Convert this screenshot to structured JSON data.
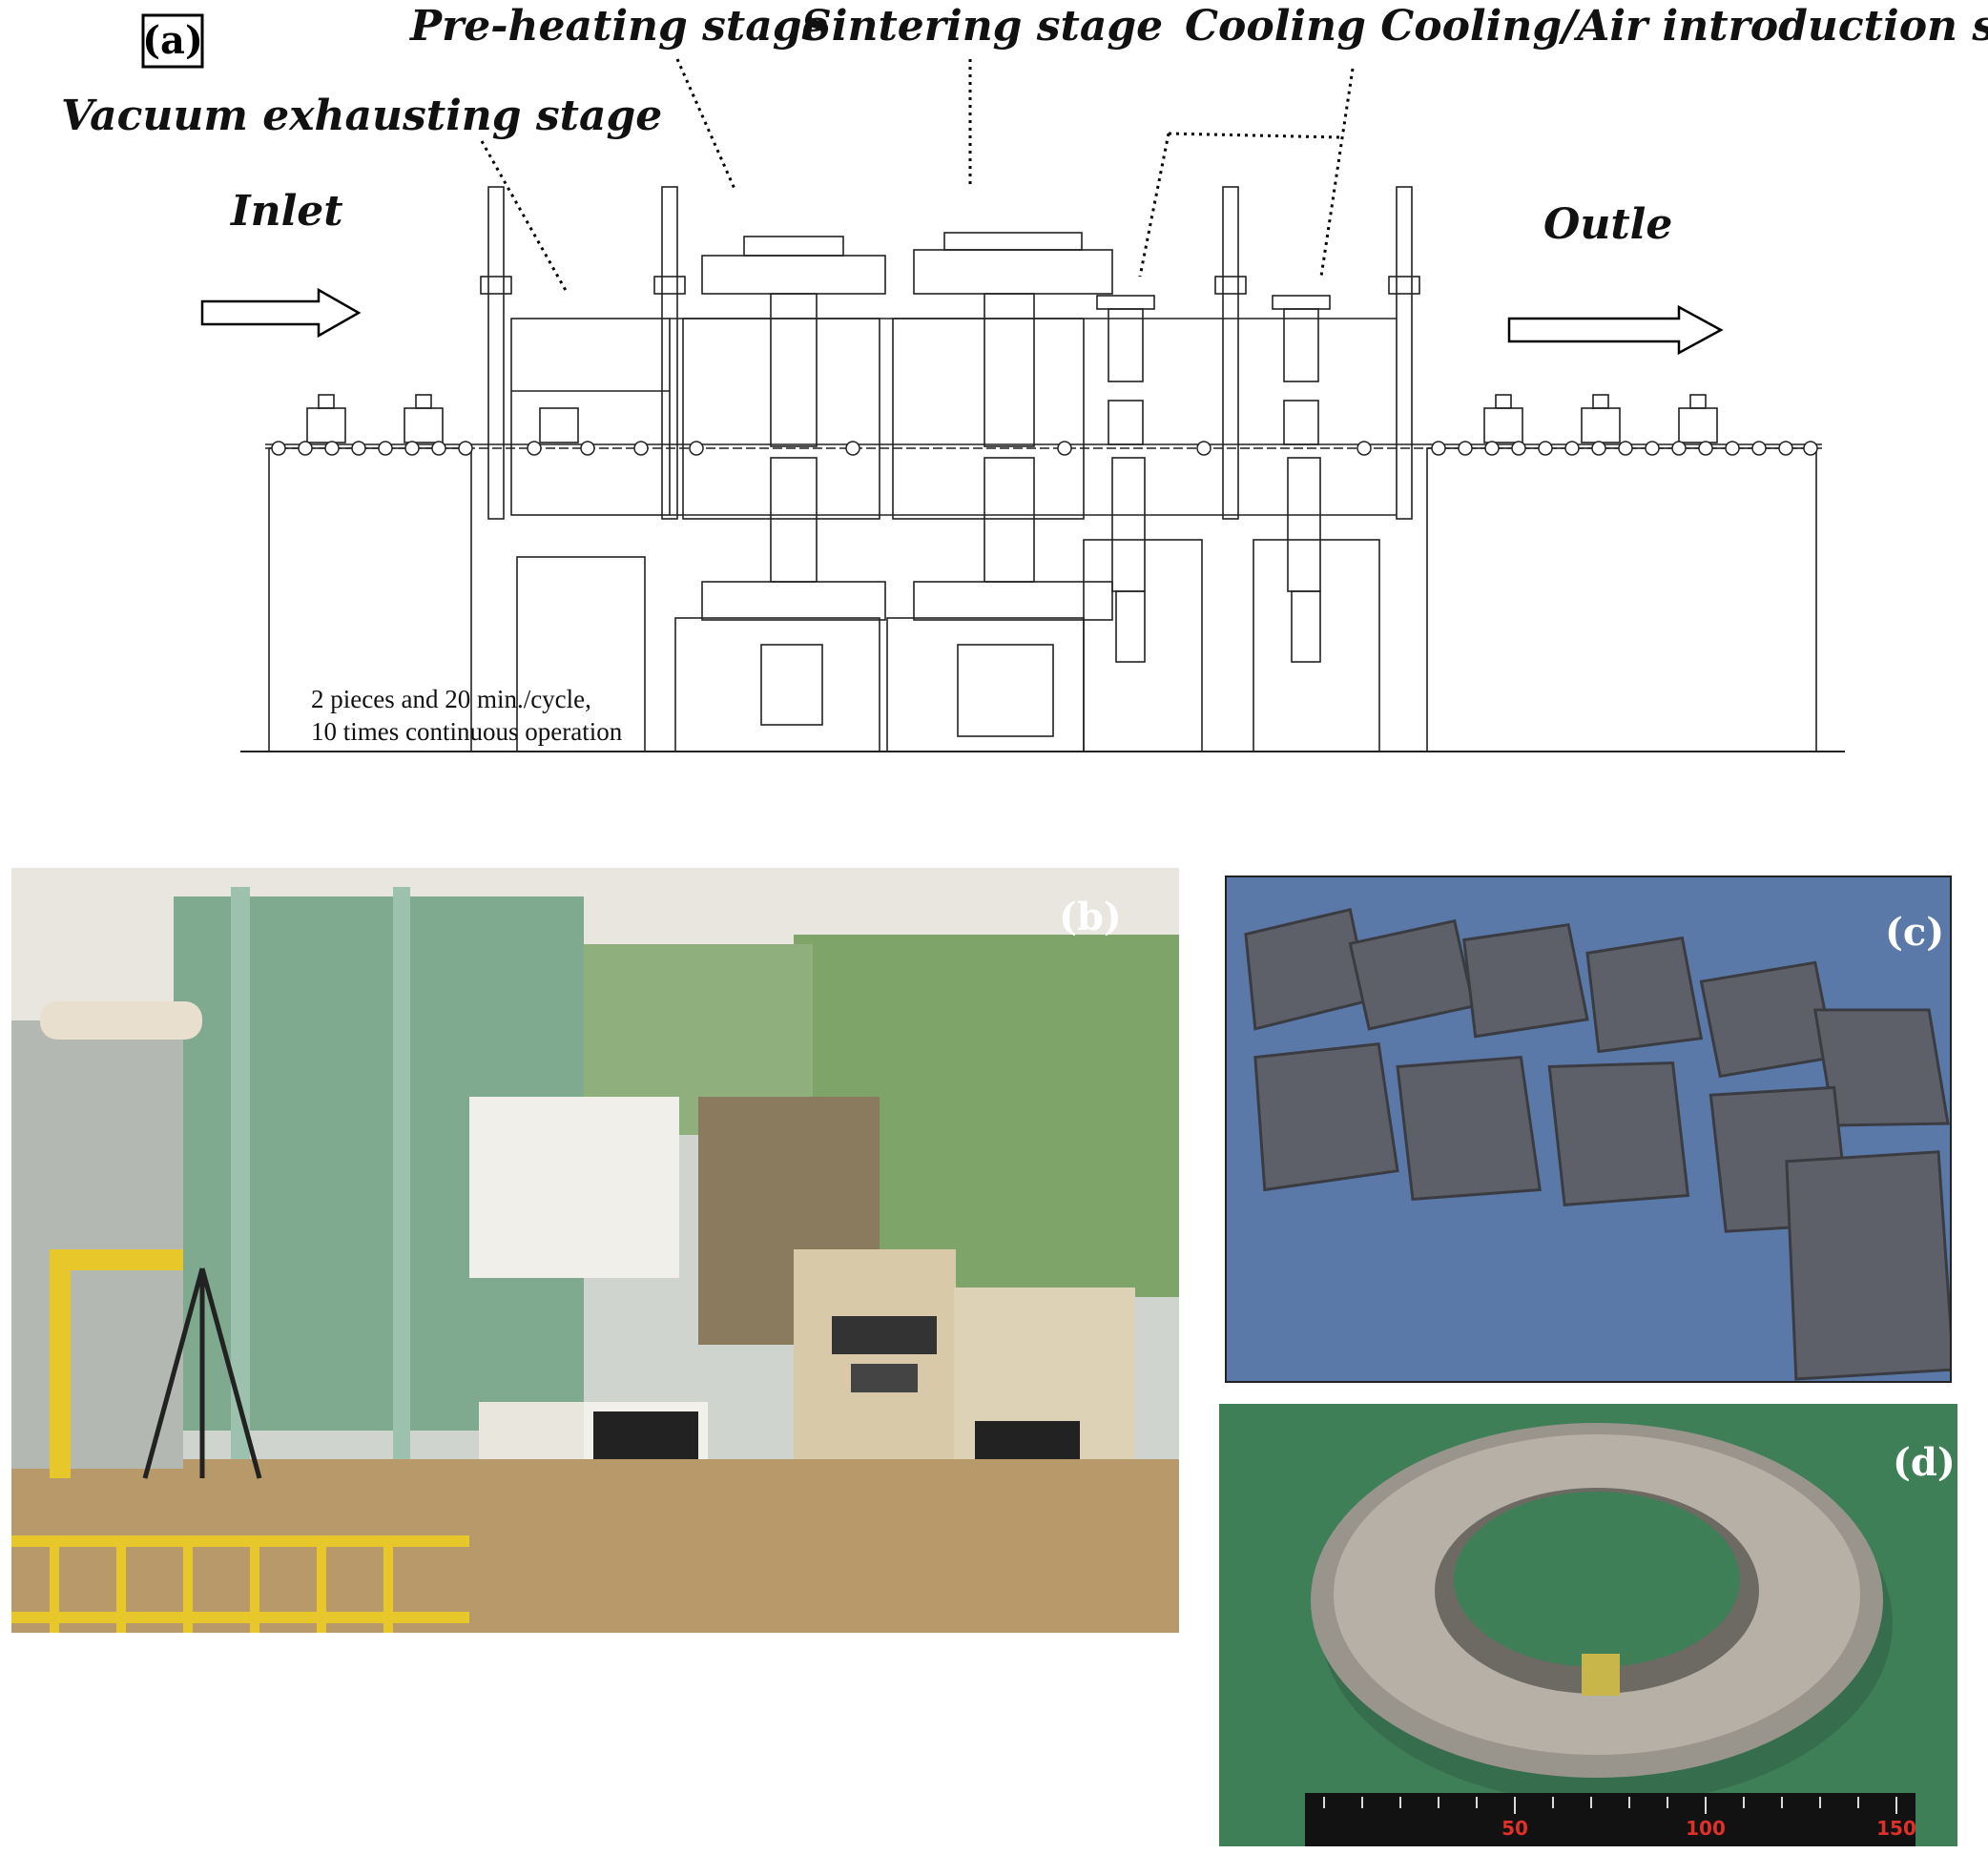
{
  "diagram": {
    "panel_label": "(a)",
    "labels": {
      "pre_heating": "Pre-heating stage",
      "sintering": "Sintering stage",
      "cooling": "Cooling Cooling/Air introduction stage",
      "vacuum": "Vacuum exhausting stage",
      "inlet": "Inlet",
      "outlet": "Outle"
    },
    "note_line1": "2 pieces and 20 min./cycle,",
    "note_line2": "10 times continuous operation"
  },
  "photos": {
    "b": {
      "tag": "(b)"
    },
    "c": {
      "tag": "(c)"
    },
    "d": {
      "tag": "(d)",
      "ruler_labels": [
        "50",
        "100",
        "150"
      ]
    }
  },
  "colors": {
    "machine_green": "#7faa8f",
    "panel_tan": "#d8c9a8",
    "fence_yellow": "#e8c72a",
    "carpet_blue": "#4f6f9e",
    "tile_gray": "#5d6068",
    "felt_green": "#3f7f58",
    "ring_steel": "#9a958c"
  }
}
